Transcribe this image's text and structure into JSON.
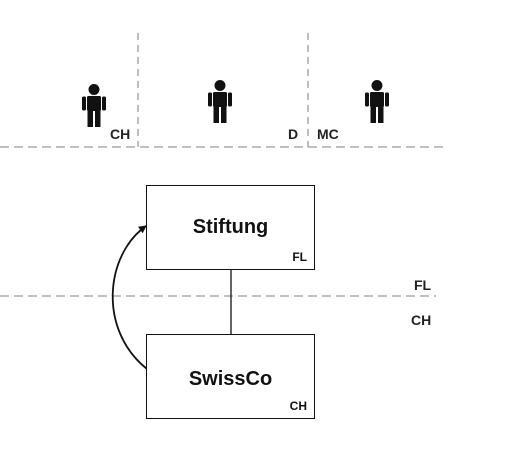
{
  "jurisdictions": {
    "top": [
      "CH",
      "D",
      "MC"
    ],
    "right_upper": "FL",
    "right_lower": "CH"
  },
  "entities": {
    "stiftung": {
      "name": "Stiftung",
      "tag": "FL"
    },
    "swissco": {
      "name": "SwissCo",
      "tag": "CH"
    }
  },
  "icons": {
    "person": "person-icon"
  },
  "colors": {
    "dashed_line": "#9a9a9a",
    "ink": "#111111"
  }
}
